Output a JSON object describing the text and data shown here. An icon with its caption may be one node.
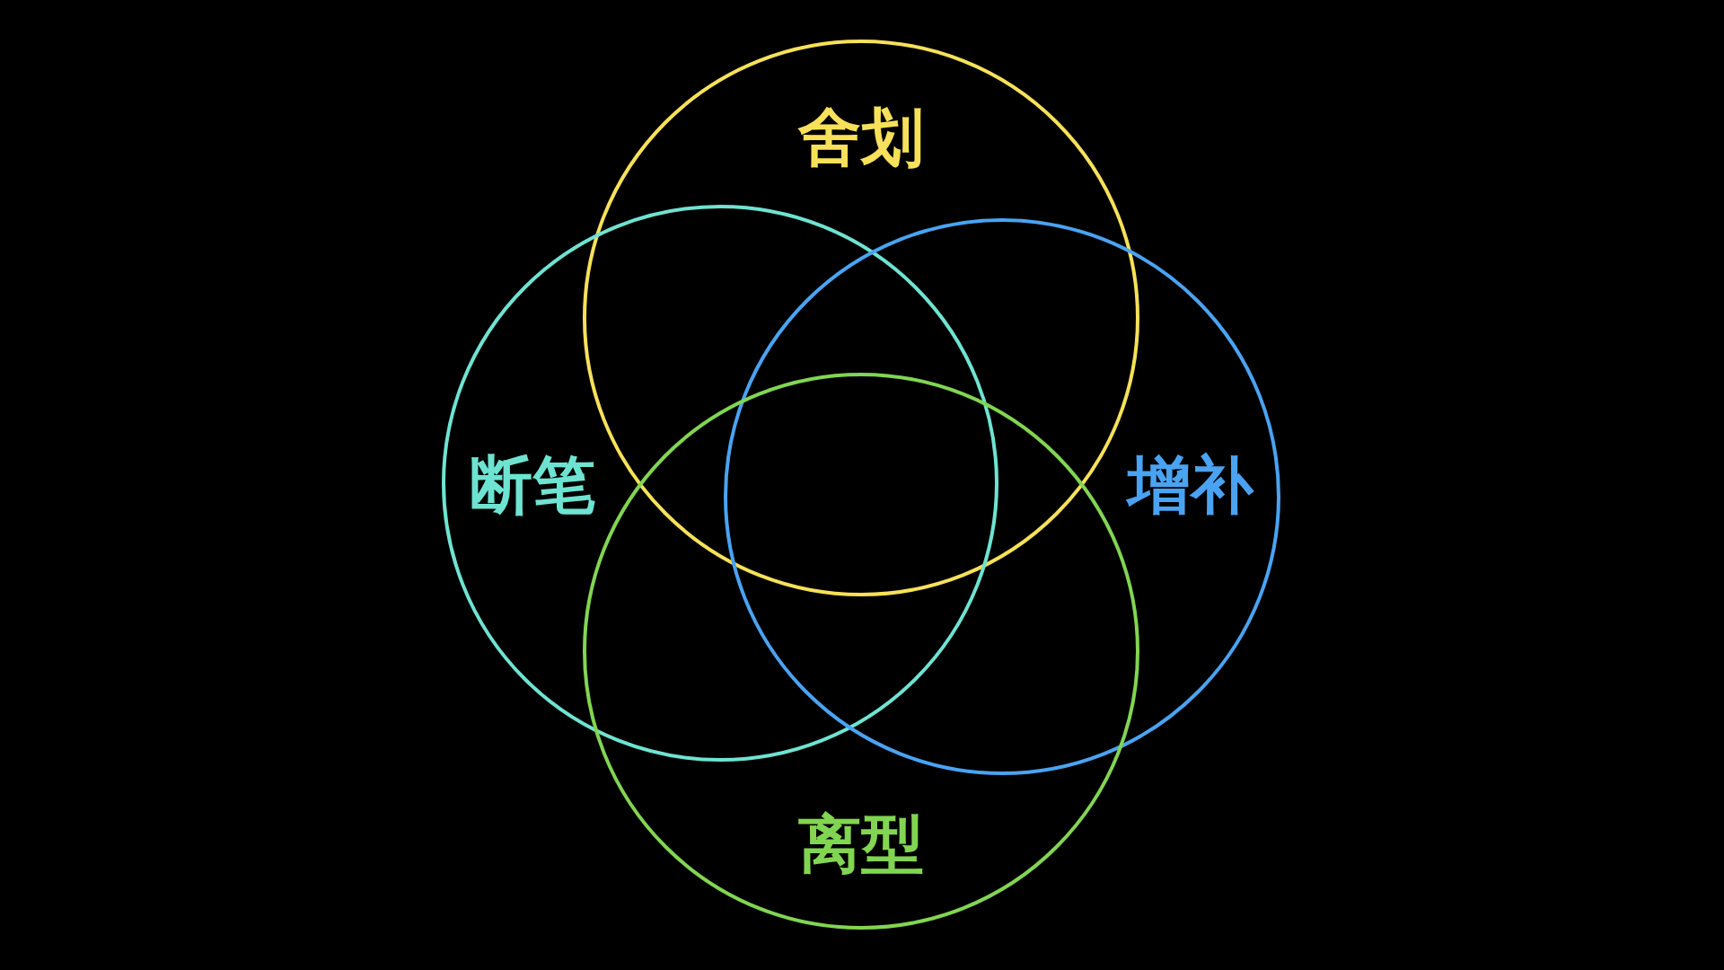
{
  "diagram": {
    "nodes": [
      {
        "text": [
          "舍划"
        ]
      },
      {
        "text": [
          "断笔"
        ]
      },
      {
        "text": [
          "增补"
        ]
      },
      {
        "text": [
          "离型"
        ]
      }
    ],
    "edges": []
  }
}
